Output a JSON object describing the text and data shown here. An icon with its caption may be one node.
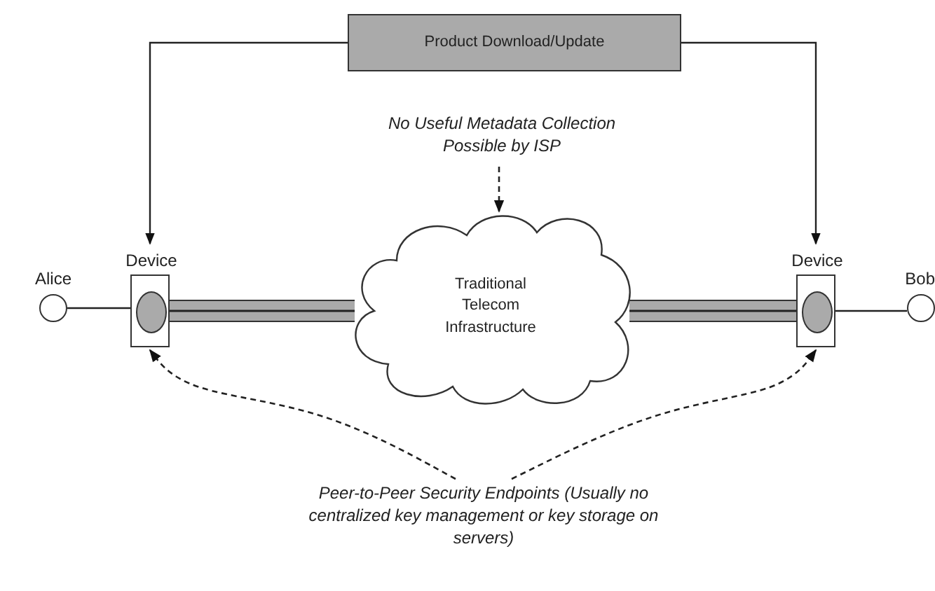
{
  "diagram": {
    "nodes": [
      {
        "text": [
          "Product Download/Update"
        ]
      },
      {
        "text": [
          "No Useful Metadata Collection Possible by ISP"
        ]
      },
      {
        "text": [
          "Traditional Telecom Infrastructure"
        ]
      },
      {
        "text": [
          "Alice"
        ]
      },
      {
        "text": [
          "Device"
        ]
      },
      {
        "text": [
          "Device"
        ]
      },
      {
        "text": [
          "Bob"
        ]
      },
      {
        "text": [
          "Peer-to-Peer Security Endpoints (Usually no centralized key management or key storage on servers)"
        ]
      }
    ],
    "edges": [
      {
        "from": 0,
        "to": 4,
        "arrow": "to"
      },
      {
        "from": 0,
        "to": 5,
        "arrow": "to"
      },
      {
        "from": 1,
        "to": 2,
        "arrow": "to",
        "style": "dashed"
      },
      {
        "from": 3,
        "to": 4,
        "arrow": "none"
      },
      {
        "from": 4,
        "to": 2,
        "arrow": "none",
        "style": "thick",
        "color": "#aaaaaa"
      },
      {
        "from": 2,
        "to": 5,
        "arrow": "none",
        "style": "thick",
        "color": "#aaaaaa"
      },
      {
        "from": 5,
        "to": 6,
        "arrow": "none"
      },
      {
        "from": 7,
        "to": 4,
        "arrow": "to",
        "style": "dashed"
      },
      {
        "from": 7,
        "to": 5,
        "arrow": "to",
        "style": "dashed"
      }
    ]
  }
}
